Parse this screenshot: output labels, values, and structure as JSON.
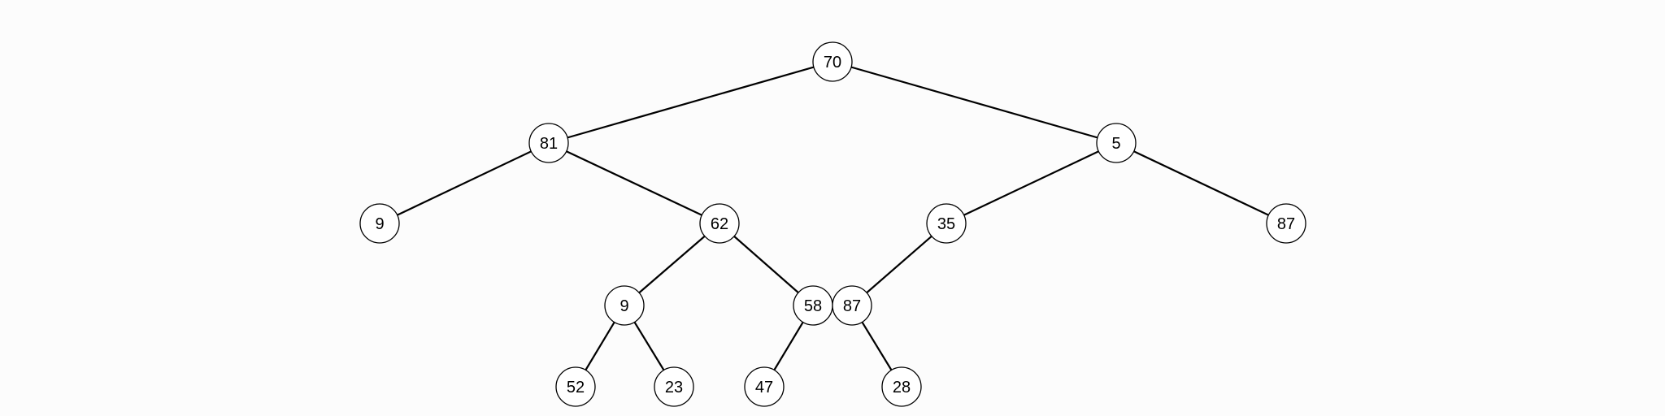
{
  "tree": {
    "root": {
      "value": "70",
      "children": [
        {
          "value": "81",
          "children": [
            {
              "value": "9",
              "children": []
            },
            {
              "value": "62",
              "children": [
                {
                  "value": "9",
                  "children": [
                    {
                      "value": "52",
                      "children": []
                    },
                    {
                      "value": "23",
                      "children": []
                    }
                  ]
                },
                {
                  "value": "58",
                  "children": [
                    {
                      "value": "47",
                      "children": []
                    }
                  ]
                }
              ]
            }
          ]
        },
        {
          "value": "5",
          "children": [
            {
              "value": "35",
              "children": [
                {
                  "value": "87",
                  "children": [
                    {
                      "value": "28",
                      "children": []
                    }
                  ]
                }
              ]
            },
            {
              "value": "87",
              "children": []
            }
          ]
        }
      ]
    }
  }
}
